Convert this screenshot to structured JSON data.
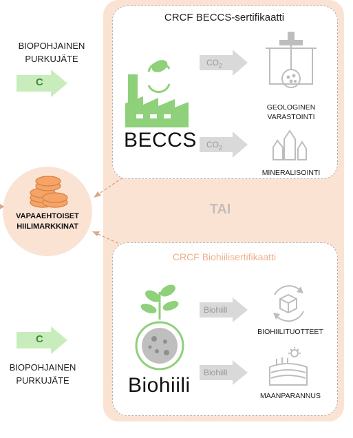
{
  "left_top_label": [
    "BIOPOHJAINEN",
    "PURKUJÄTE"
  ],
  "left_bottom_label": [
    "BIOPOHJAINEN",
    "PURKUJÄTE"
  ],
  "carbon_symbol": "C",
  "beccs_card": {
    "title": "CRCF BECCS-sertifikaatti",
    "main_label": "BECCS",
    "flows": [
      {
        "arrow_label": "CO2",
        "destination": [
          "GEOLOGINEN",
          "VARASTOINTI"
        ]
      },
      {
        "arrow_label": "CO2",
        "destination": [
          "MINERALISOINTI"
        ]
      }
    ]
  },
  "or_label": "TAI",
  "biochar_card": {
    "title": "CRCF Biohiilisertifikaatti",
    "main_label": "Biohiili",
    "flows": [
      {
        "arrow_label": "Biohiili",
        "destination": [
          "BIOHIILITUOTTEET"
        ]
      },
      {
        "arrow_label": "Biohiili",
        "destination": [
          "MAANPARANNUS"
        ]
      }
    ]
  },
  "market": {
    "label": [
      "VAPAAEHTOISET",
      "HIILIMARKKINAT"
    ]
  },
  "colors": {
    "panel_bg": "#fbe3d4",
    "green": "#8fd07a",
    "green_light": "#c9ecbd",
    "orange": "#f4a468",
    "grey_arrow": "#d9d9d9"
  }
}
